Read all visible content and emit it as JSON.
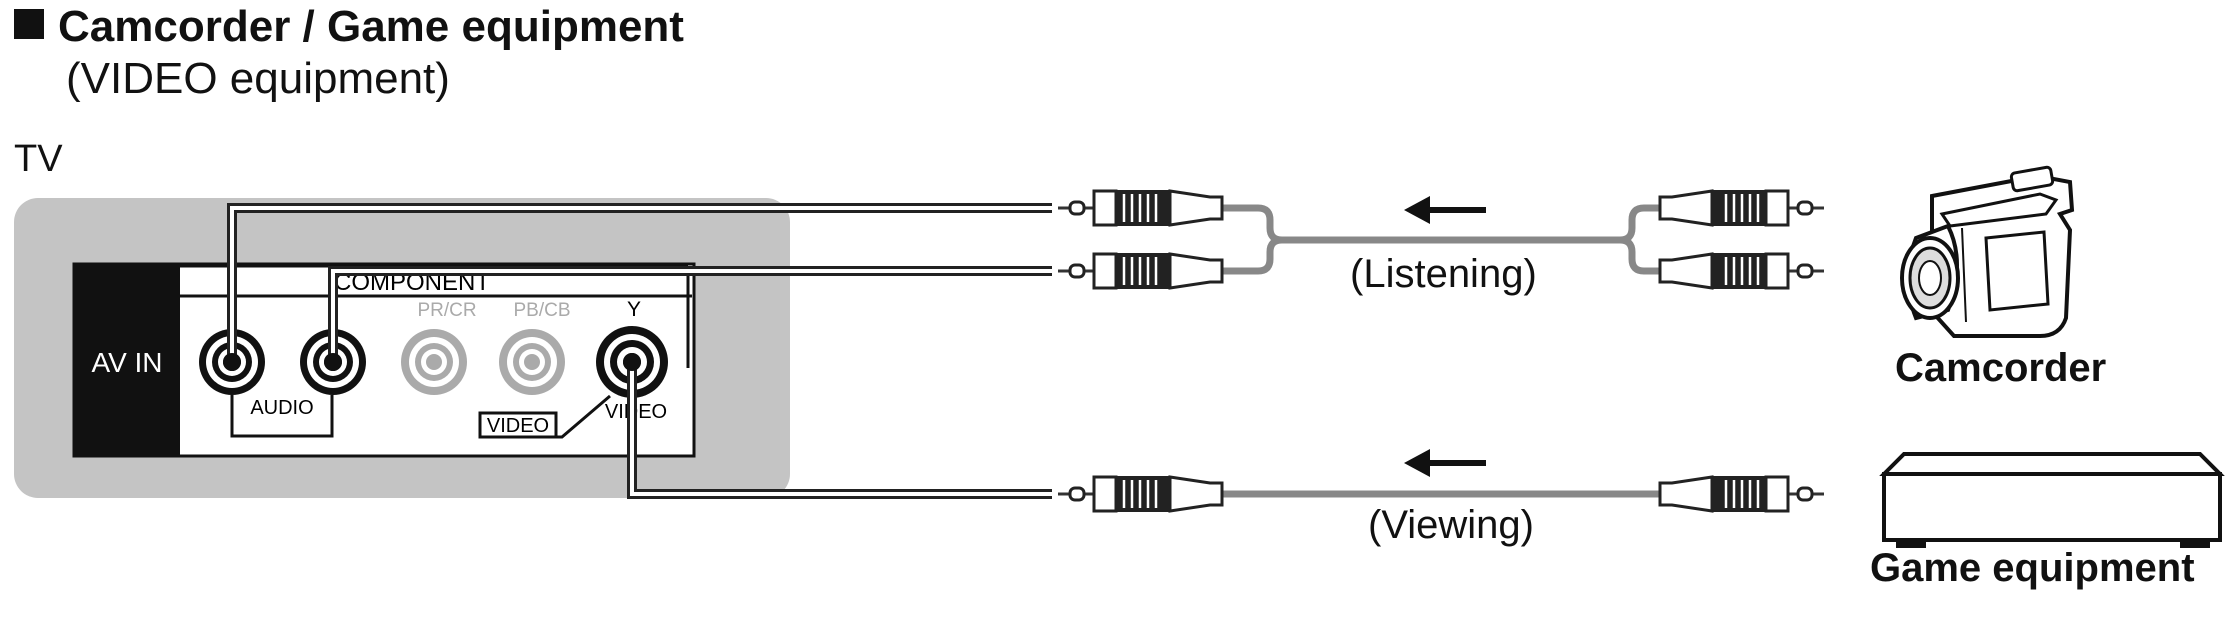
{
  "heading": {
    "title": "Camcorder / Game equipment",
    "subtitle": "(VIDEO equipment)"
  },
  "tv": {
    "label": "TV",
    "panel": {
      "av_in_label": "AV IN",
      "component_label": "COMPONENT",
      "pr_cr_label": "PR/CR",
      "pb_cb_label": "PB/CB",
      "y_label": "Y",
      "audio_label": "AUDIO",
      "video_box_label": "VIDEO",
      "video_label": "VIDEO"
    }
  },
  "connections": {
    "listening_label": "(Listening)",
    "viewing_label": "(Viewing)"
  },
  "devices": {
    "camcorder_label": "Camcorder",
    "game_label": "Game equipment"
  }
}
